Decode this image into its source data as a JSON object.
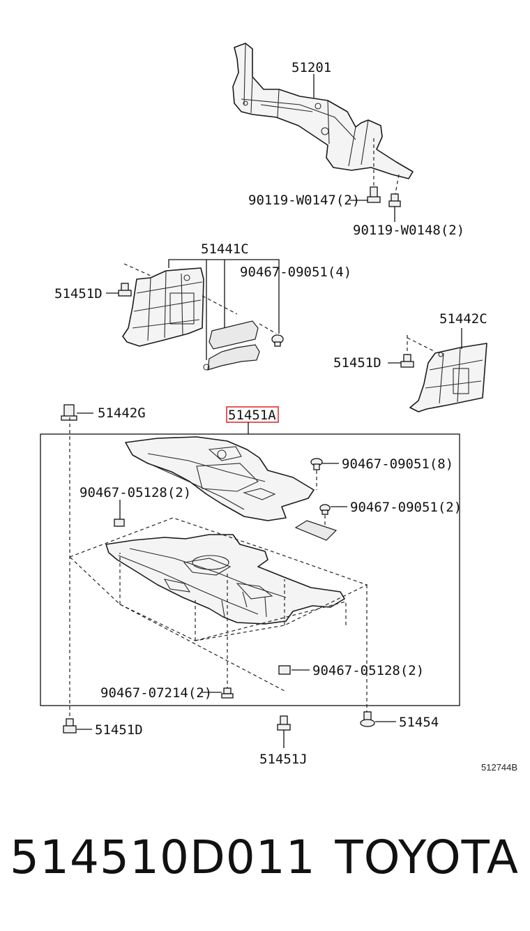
{
  "diagram": {
    "labels": {
      "crossmember": "51201",
      "bolt_w0147": "90119-W0147(2)",
      "bolt_w0148": "90119-W0148(2)",
      "cover_left": "51441C",
      "clip_09051_4": "90467-09051(4)",
      "bolt_left_d": "51451D",
      "cover_right": "51442C",
      "bolt_right_d": "51451D",
      "nut_g": "51442G",
      "main_cover": "51451A",
      "clip_09051_8": "90467-09051(8)",
      "clip_05128_left": "90467-05128(2)",
      "clip_09051_2": "90467-09051(2)",
      "clip_05128_right": "90467-05128(2)",
      "clip_07214": "90467-07214(2)",
      "bolt_bottom_d": "51451D",
      "bolt_bottom_j": "51451J",
      "clip_54": "51454",
      "drawing_id": "512744B"
    },
    "highlight_color": "#e03030"
  },
  "footer": {
    "part_number": "514510D011",
    "brand": "TOYOTA"
  }
}
